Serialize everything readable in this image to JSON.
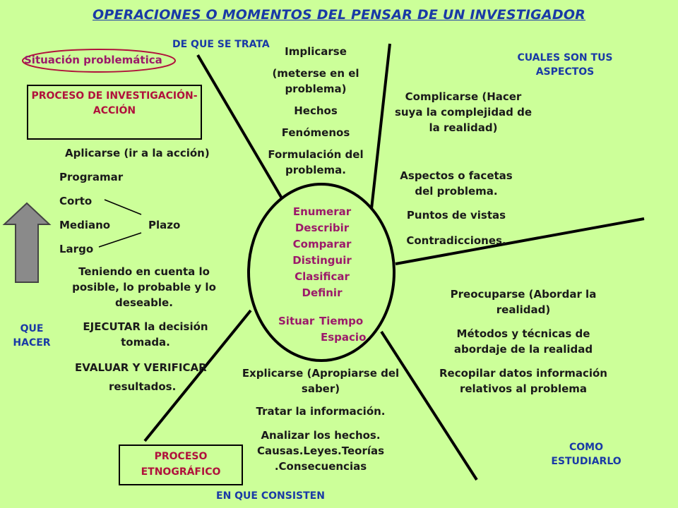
{
  "title": "OPERACIONES O MOMENTOS DEL PENSAR DE UN INVESTIGADOR",
  "labels": {
    "de_que_se_trata": "DE QUE SE TRATA",
    "cuales_son_tus_aspectos": "CUALES SON TUS ASPECTOS",
    "que_hacer": "QUE HACER",
    "como_estudiarlo": "COMO ESTUDIARLO",
    "en_que_consisten": "EN QUE CONSISTEN"
  },
  "situacion": "Situación problemática",
  "boxes": {
    "investigacion_accion": "PROCESO DE INVESTIGACIÓN-ACCIÓN",
    "etnografico": "PROCESO ETNOGRÁFICO"
  },
  "center": {
    "lines": [
      "Enumerar",
      "Describir",
      "Comparar",
      "Distinguir",
      "Clasificar",
      "Definir"
    ],
    "situar": "Situar",
    "tiempo": "Tiempo",
    "espacio": "Espacio"
  },
  "top_center": [
    "Implicarse",
    "(meterse en el problema)",
    "Hechos",
    "Fenómenos",
    "Formulación del problema."
  ],
  "top_right": {
    "complicarse": "Complicarse (Hacer suya la complejidad de la realidad)",
    "aspectos": "Aspectos o facetas del problema.",
    "puntos": "Puntos de vistas",
    "contradicciones": "Contradicciones."
  },
  "left": {
    "aplicarse": "Aplicarse (ir a la acción)",
    "programar": "Programar",
    "corto": "Corto",
    "mediano": "Mediano",
    "plazo": "Plazo",
    "largo": "Largo",
    "teniendo": "Teniendo en cuenta lo posible, lo probable y lo deseable.",
    "ejecutar": "EJECUTAR la decisión tomada.",
    "evaluar": "EVALUAR Y VERIFICAR",
    "resultados": "resultados."
  },
  "bottom_right": {
    "preocuparse": "Preocuparse (Abordar la realidad)",
    "metodos": "Métodos y técnicas de abordaje de la realidad",
    "recopilar": "Recopilar datos información relativos al problema"
  },
  "bottom_center": {
    "explicarse": "Explicarse (Apropiarse del saber)",
    "tratar": "Tratar la información.",
    "analizar": "Analizar los hechos. Causas.Leyes.Teorías .Consecuencias"
  },
  "colors": {
    "background": "#ccff99",
    "blue": "#1a3aa6",
    "red": "#b0123c",
    "magenta": "#9c1a6a",
    "text": "#1a1a1a",
    "arrow_fill": "#8a8a8a"
  },
  "icons": [
    "up-arrow-icon"
  ]
}
